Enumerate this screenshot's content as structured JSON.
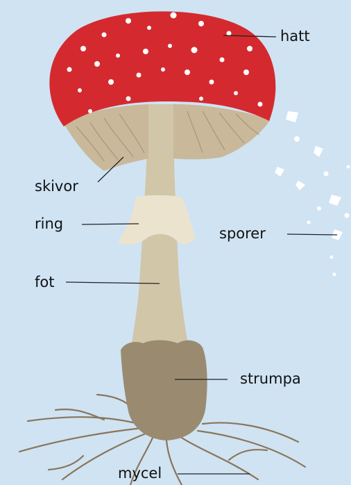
{
  "labels": {
    "hatt": "hatt",
    "skivor": "skivor",
    "ring": "ring",
    "sporer": "sporer",
    "fot": "fot",
    "strumpa": "strumpa",
    "mycel": "mycel"
  },
  "colors": {
    "background": "#cfe3f3",
    "cap": "#d42a2f",
    "cap_spots": "#ffffff",
    "gills": "#c9b89a",
    "stem": "#d2c6a8",
    "ring": "#ece3cf",
    "volva": "#9a8b70",
    "mycelium": "#8a7559",
    "leader_lines": "#222222",
    "spores": "#ffffff"
  }
}
